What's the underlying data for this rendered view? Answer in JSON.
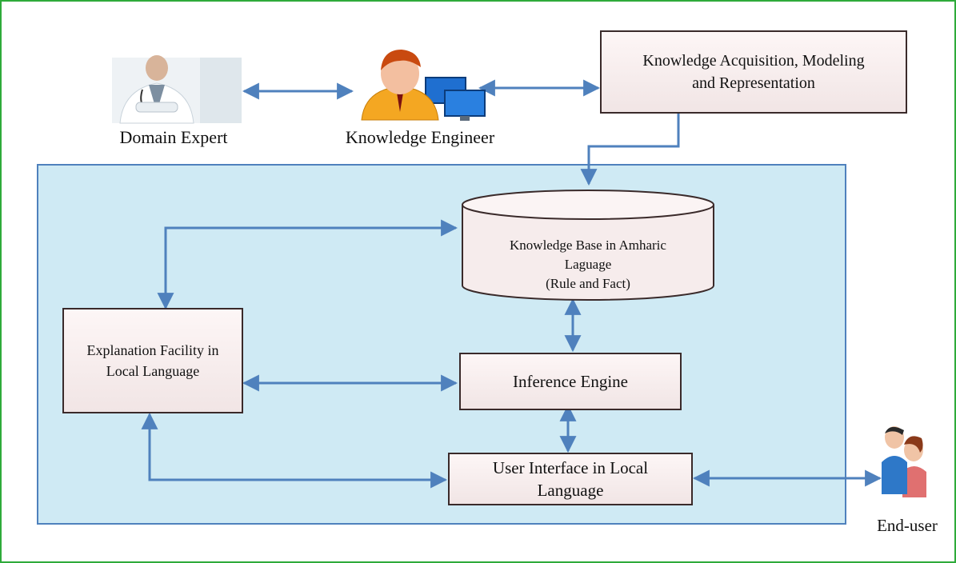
{
  "nodes": {
    "domain_expert": "Domain Expert",
    "knowledge_engineer": "Knowledge Engineer",
    "acquisition": "Knowledge Acquisition, Modeling\nand Representation",
    "knowledge_base": "Knowledge Base in Amharic\nLaguage\n(Rule and Fact)",
    "explanation": "Explanation Facility in\nLocal Language",
    "inference": "Inference Engine",
    "user_interface": "User Interface in Local\nLanguage",
    "end_user": "End-user"
  },
  "icons": {
    "domain_expert": "doctor-photo-icon",
    "knowledge_engineer": "engineer-with-computers-icon",
    "end_user": "two-users-icon"
  },
  "colors": {
    "frame": "#2eaa3a",
    "panel_fill": "#cfeaf4",
    "panel_border": "#4f81bd",
    "arrow": "#4f81bd",
    "box_border": "#3a2a2a"
  }
}
